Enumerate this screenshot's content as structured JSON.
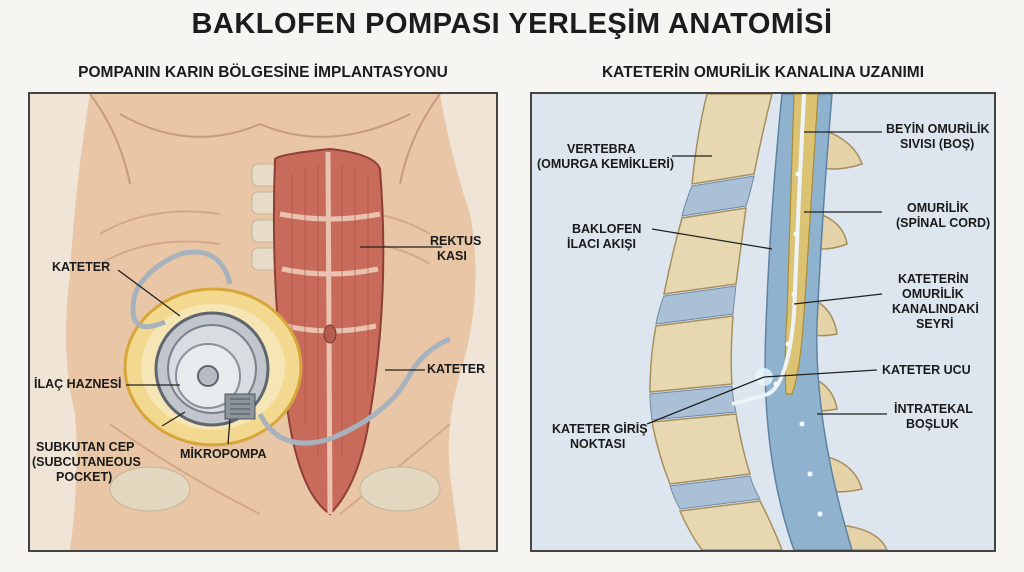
{
  "title": "BAKLOFEN POMPASI YERLEŞİM ANATOMİSİ",
  "left_panel": {
    "subtitle": "POMPANIN KARIN BÖLGESİNE İMPLANTASYONU",
    "labels": {
      "kateter_top": "KATETER",
      "rektus_1": "REKTUS",
      "rektus_2": "KASI",
      "ilac_haznesi": "İLAÇ HAZNESİ",
      "kateter_right": "KATETER",
      "subkutan_1": "SUBKUTAN CEP",
      "subkutan_2": "(SUBCUTANEOUS",
      "subkutan_3": "POCKET)",
      "mikropompa": "MİKROPOMPA"
    }
  },
  "right_panel": {
    "subtitle": "KATETERİN OMURİLİK KANALINA UZANIMI",
    "labels": {
      "vertebra_1": "VERTEBRA",
      "vertebra_2": "(OMURGA KEMİKLERİ)",
      "baklofen_1": "BAKLOFEN",
      "baklofen_2": "İLACI AKIŞI",
      "kateter_giris_1": "KATETER GİRİŞ",
      "kateter_giris_2": "NOKTASI",
      "beyin_1": "BEYİN OMURİLİK",
      "beyin_2": "SIVISI (BOŞ)",
      "omurilik_1": "OMURİLİK",
      "omurilik_2": "(SPİNAL CORD)",
      "seyir_1": "KATETERİN",
      "seyir_2": "OMURİLİK",
      "seyir_3": "KANALINDAKİ",
      "seyir_4": "SEYRİ",
      "kateter_ucu": "KATETER UCU",
      "intratekal_1": "İNTRATEKAL",
      "intratekal_2": "BOŞLUK"
    }
  },
  "colors": {
    "skin": "#e9c9aa",
    "muscle": "#c9685a",
    "bone": "#e6d6b0",
    "disc": "#a9bfd6",
    "spinal_canal": "#8fb2cf",
    "cord": "#d9c06a",
    "pump_metal": "#b7bcc2",
    "pocket": "#e7c25f"
  }
}
